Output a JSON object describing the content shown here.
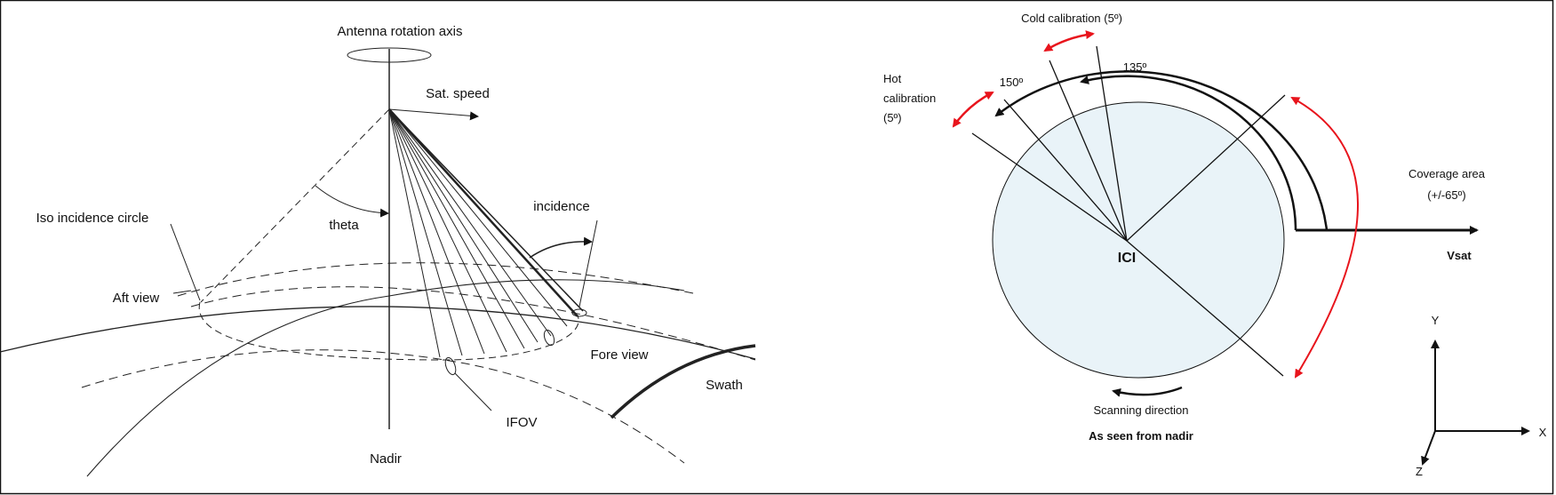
{
  "left_diagram": {
    "antenna_axis": "Antenna rotation axis",
    "sat_speed": "Sat. speed",
    "theta": "theta",
    "incidence": "incidence",
    "iso_circle": "Iso incidence circle",
    "aft_view": "Aft view",
    "fore_view": "Fore view",
    "swath": "Swath",
    "ifov": "IFOV",
    "nadir": "Nadir"
  },
  "right_diagram": {
    "cold_cal": "Cold calibration (5º)",
    "hot_cal_1": "Hot",
    "hot_cal_2": "calibration",
    "hot_cal_3": "(5º)",
    "angle_135": "135º",
    "angle_150": "150º",
    "coverage_1": "Coverage area",
    "coverage_2": "(+/-65º)",
    "vsat": "Vsat",
    "ici": "ICI",
    "scan_dir": "Scanning direction",
    "seen_from": "As seen from nadir",
    "axis_x": "X",
    "axis_y": "Y",
    "axis_z": "Z"
  },
  "colors": {
    "red": "#e8141c",
    "disk": "#e9f3f8"
  }
}
